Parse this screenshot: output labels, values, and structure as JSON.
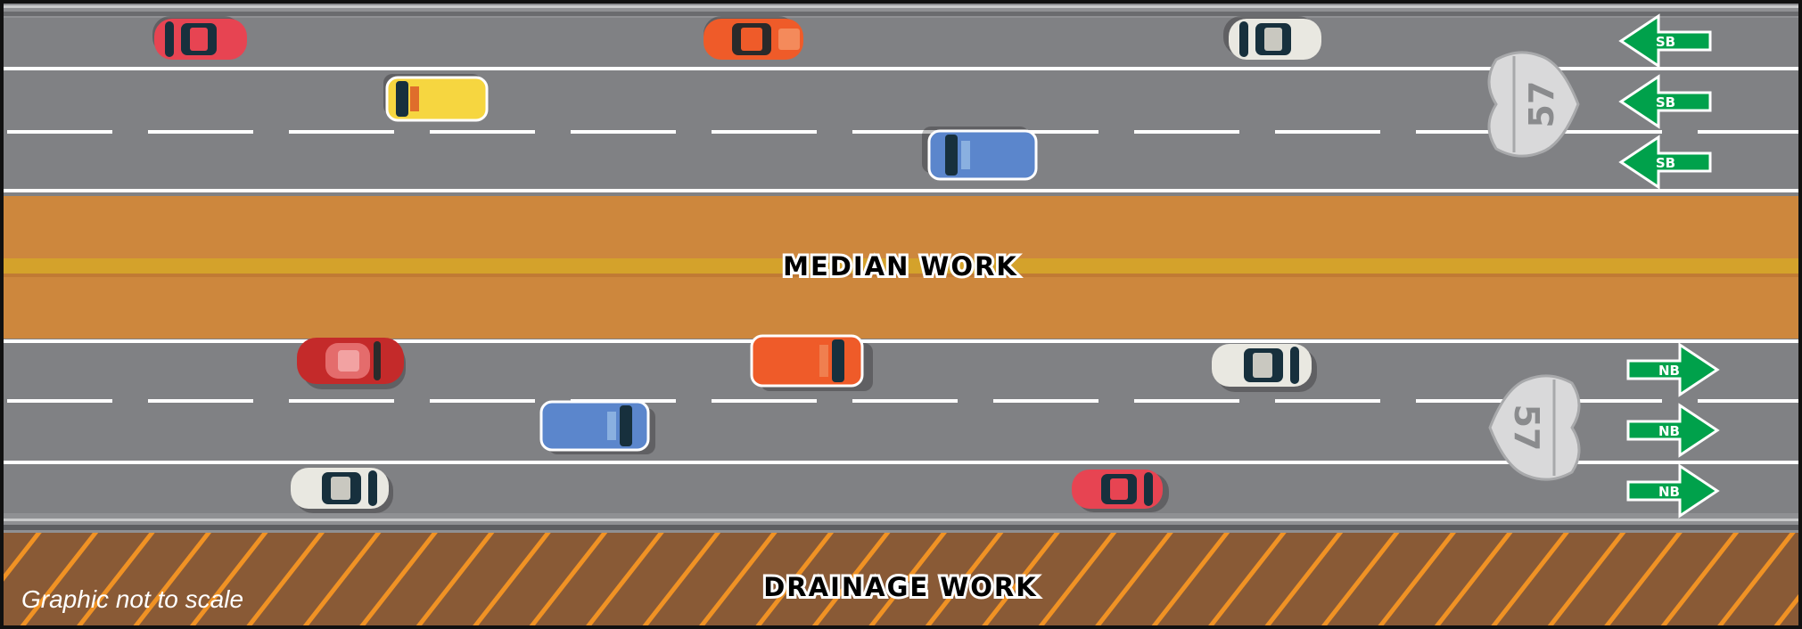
{
  "median": {
    "label": "MEDIAN WORK"
  },
  "drainage": {
    "label": "DRAINAGE WORK"
  },
  "footnote": "Graphic not to scale",
  "route": {
    "number": "57"
  },
  "southbound": {
    "arrow_label": "SB",
    "arrow_count": 3
  },
  "northbound": {
    "arrow_label": "NB",
    "arrow_count": 3
  },
  "colors": {
    "asphalt": "#808184",
    "median": "#cd873d",
    "median_stripe": "#d4a22b",
    "drainage": "#895a36",
    "hatch": "#f09224",
    "arrow": "#00a14b",
    "shield": "#d9d9da"
  },
  "vehicles": [
    {
      "kind": "car",
      "color": "red",
      "direction": "southbound"
    },
    {
      "kind": "car",
      "color": "orange",
      "direction": "southbound"
    },
    {
      "kind": "car",
      "color": "white",
      "direction": "southbound"
    },
    {
      "kind": "truck",
      "color": "yellow",
      "direction": "southbound"
    },
    {
      "kind": "truck",
      "color": "blue",
      "direction": "southbound"
    },
    {
      "kind": "convertible",
      "color": "red",
      "direction": "northbound"
    },
    {
      "kind": "truck",
      "color": "orange",
      "direction": "northbound"
    },
    {
      "kind": "car",
      "color": "white",
      "direction": "northbound"
    },
    {
      "kind": "truck",
      "color": "blue",
      "direction": "northbound"
    },
    {
      "kind": "car",
      "color": "white",
      "direction": "northbound"
    },
    {
      "kind": "car",
      "color": "red",
      "direction": "northbound"
    }
  ]
}
